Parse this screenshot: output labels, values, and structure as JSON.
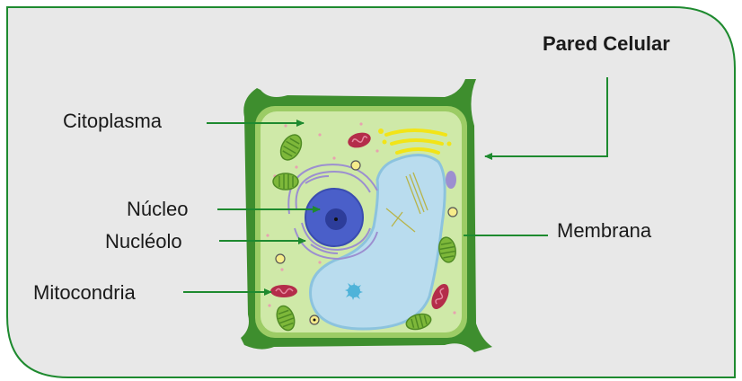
{
  "colors": {
    "panel_fill": "#e8e8e8",
    "panel_border": "#1e8a2f",
    "pointer_line": "#1e8a2f",
    "cell_wall": "#3d8b2c",
    "cytoplasm": "#cfe9a8",
    "nucleus": "#4a5fc9",
    "nucleolus": "#2d3d9a",
    "vacuole": "#b9dcee",
    "golgi": "#f2e417",
    "mitochondria_red": "#b42d4a",
    "chloroplast": "#7eb83a"
  },
  "labels": {
    "pared_celular": "Pared Celular",
    "citoplasma": "Citoplasma",
    "nucleo": "Núcleo",
    "nucleolo": "Nucléolo",
    "mitocondria": "Mitocondria",
    "membrana": "Membrana"
  }
}
